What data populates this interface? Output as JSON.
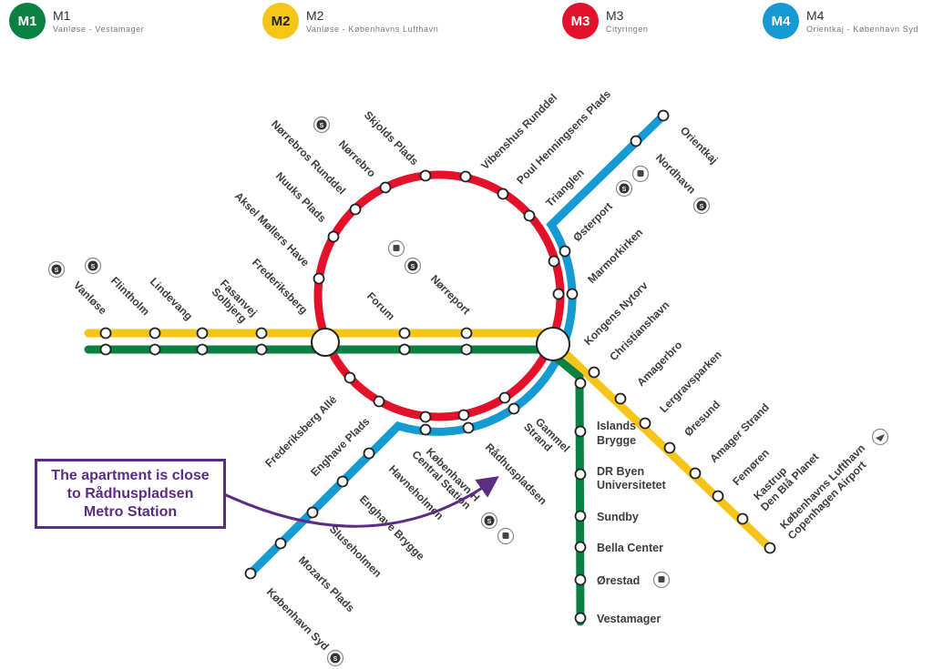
{
  "legend": [
    {
      "badge": "M1",
      "title": "M1",
      "route": "Vanløse - Vestamager",
      "color": "#0b8043"
    },
    {
      "badge": "M2",
      "title": "M2",
      "route": "Vanløse - Københavns Lufthavn",
      "color": "#f5c518"
    },
    {
      "badge": "M3",
      "title": "M3",
      "route": "Cityringen",
      "color": "#e3122a"
    },
    {
      "badge": "M4",
      "title": "M4",
      "route": "Orientkaj - København Syd",
      "color": "#159ad3"
    }
  ],
  "stations": {
    "vanlose": "Vanløse",
    "flintholm": "Flintholm",
    "lindevang": "Lindevang",
    "fasanvej": [
      "Fasanvej",
      "Solbjerg"
    ],
    "frederiksberg": "Frederiksberg",
    "aksel": "Aksel Møllers Have",
    "nuuks": "Nuuks Plads",
    "norrebros_runddel": "Nørrebros Runddel",
    "norrebro": "Nørrebro",
    "skjolds": "Skjolds Plads",
    "vibenshus": "Vibenshus Runddel",
    "poul": "Poul Henningsens Plads",
    "trianglen": "Trianglen",
    "osterport": "Østerport",
    "marmorkirken": "Marmorkirken",
    "kongens": "Kongens Nytorv",
    "forum": "Forum",
    "norreport": "Nørreport",
    "orientkaj": "Orientkaj",
    "nordhavn": "Nordhavn",
    "christianshavn": "Christianshavn",
    "amagerbro": "Amagerbro",
    "lergravsparken": "Lergravsparken",
    "oresund": "Øresund",
    "amager_strand": "Amager Strand",
    "femoren": "Femøren",
    "kastrup": [
      "Kastrup",
      "Den Blå Planet"
    ],
    "lufthavn": [
      "Københavns Lufthavn",
      "Copenhagen Airport"
    ],
    "islands_brygge": [
      "Islands",
      "Brygge"
    ],
    "dr_byen": [
      "DR Byen",
      "Universitetet"
    ],
    "sundby": "Sundby",
    "bella": "Bella Center",
    "orestad": "Ørestad",
    "vestamager": "Vestamager",
    "frb_alle": "Frederiksberg Allé",
    "enghave_plads": "Enghave Plads",
    "kbh_h": [
      "København H",
      "Central Station"
    ],
    "radhuspladsen": "Rådhuspladsen",
    "gammel_strand": [
      "Gammel",
      "Strand"
    ],
    "havneholmen": "Havneholmen",
    "enghave_brygge": "Enghave Brygge",
    "sluseholmen": "Sluseholmen",
    "mozarts": "Mozarts Plads",
    "kbh_syd": "København Syd"
  },
  "icons": {
    "s_train": "S",
    "callout_color": "#5b2c83"
  },
  "callout": {
    "lines": [
      "The apartment is close",
      "to Rådhuspladsen",
      "Metro Station"
    ]
  }
}
